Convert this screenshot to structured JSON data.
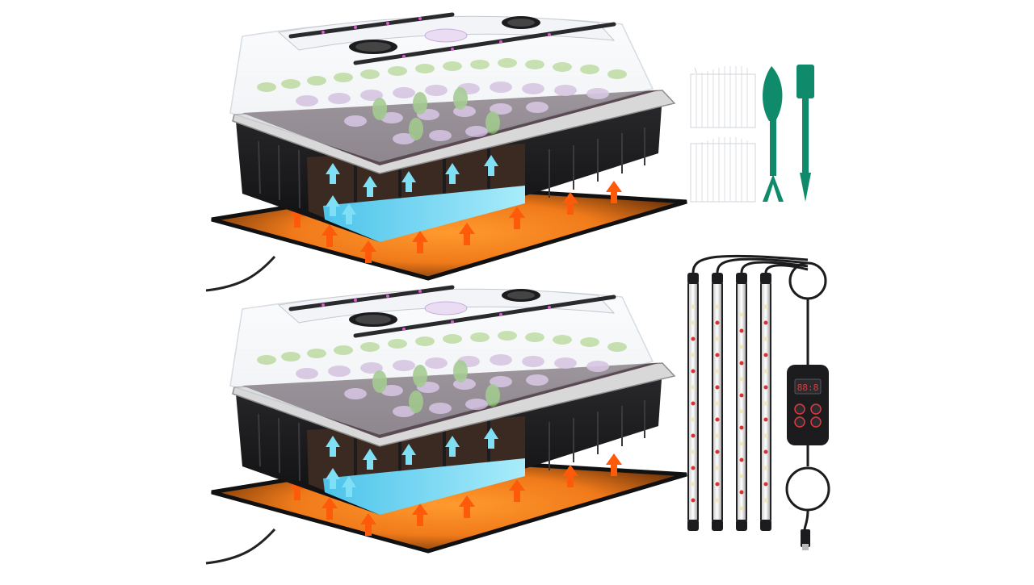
{
  "scene": {
    "subject": "product-photo",
    "kits": [
      {
        "id": "kit-top"
      },
      {
        "id": "kit-bottom"
      }
    ],
    "accessories": {
      "labels_stacks": 2,
      "tools": [
        "dibber-fork",
        "spatula"
      ],
      "light_bars": 4,
      "controller": {
        "display_text": "88:8",
        "buttons": 4
      }
    }
  },
  "colors": {
    "background": "#ffffff",
    "tray": "#1c1c1e",
    "dome": "#eef1f5",
    "heat_mat": "#f07a1a",
    "water": "#7fd9f2",
    "tool_green": "#0f8a6a",
    "led_red": "#d93030",
    "led_white": "#f3e7b4"
  }
}
